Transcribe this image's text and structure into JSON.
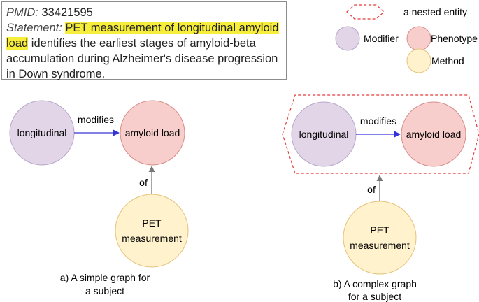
{
  "statement": {
    "pmid_label": "PMID:",
    "pmid_value": "33421595",
    "statement_label": "Statement:",
    "highlighted": "PET measurement of longitudinal amyloid load",
    "rest": "identifies the earliest stages of amyloid-beta accumulation during Alzheimer's disease progression in Down syndrome."
  },
  "legend": {
    "nested": "a nested entity",
    "modifier": "Modifier",
    "phenotype": "Phenotype",
    "method": "Method"
  },
  "colors": {
    "modifier_fill": "#e1d5e7",
    "modifier_stroke": "#b7a7c9",
    "phenotype_fill": "#f8cecc",
    "phenotype_stroke": "#d58d8a",
    "method_fill": "#fff2cc",
    "method_stroke": "#e5c27a",
    "modifies_edge": "#3434d6",
    "of_edge": "#777777",
    "nested": "#e33b3b",
    "highlight": "#f7ee3b"
  },
  "graph_a": {
    "modifier": "longitudinal",
    "phenotype": "amyloid load",
    "method_line1": "PET",
    "method_line2": "measurement",
    "edge_modifies": "modifies",
    "edge_of": "of",
    "caption_line1": "a) A simple graph for",
    "caption_line2": "a subject"
  },
  "graph_b": {
    "modifier": "longitudinal",
    "phenotype": "amyloid load",
    "method_line1": "PET",
    "method_line2": "measurement",
    "edge_modifies": "modifies",
    "edge_of": "of",
    "caption_line1": "b) A complex graph",
    "caption_line2": "for a subject"
  }
}
